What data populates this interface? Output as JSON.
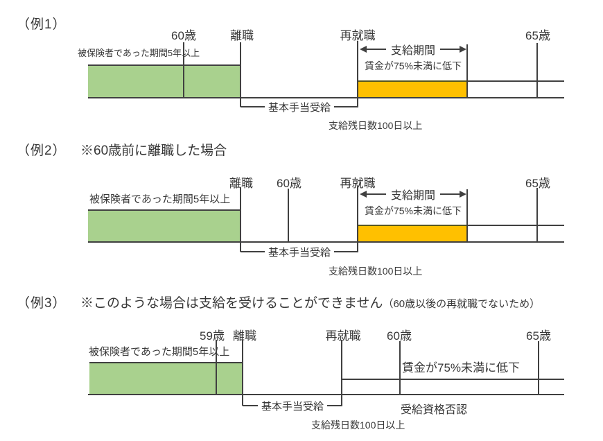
{
  "colors": {
    "insured_bar_fill": "#a9d18e",
    "benefit_bar_fill": "#ffc000",
    "line": "#404040",
    "text": "#383838",
    "background": "#ffffff"
  },
  "example1": {
    "heading": "（例1）",
    "insured_label": "被保険者であった期間5年以上",
    "tick_60": "60歳",
    "tick_rishoku": "離職",
    "tick_saishushoku": "再就職",
    "tick_65": "65歳",
    "payment_period": "支給期間",
    "wage_drop": "賃金が75%未満に低下",
    "basic_allowance": "基本手当受給",
    "remaining_days": "支給残日数100日以上"
  },
  "example2": {
    "heading": "（例2）",
    "note": "※60歳前に離職した場合",
    "insured_label": "被保険者であった期間5年以上",
    "tick_rishoku": "離職",
    "tick_60": "60歳",
    "tick_saishushoku": "再就職",
    "tick_65": "65歳",
    "payment_period": "支給期間",
    "wage_drop": "賃金が75%未満に低下",
    "basic_allowance": "基本手当受給",
    "remaining_days": "支給残日数100日以上"
  },
  "example3": {
    "heading": "（例3）",
    "note": "※このような場合は支給を受けることができません",
    "note_paren": "（60歳以後の再就職でないため）",
    "insured_label": "被保険者であった期間5年以上",
    "tick_59": "59歳",
    "tick_rishoku": "離職",
    "tick_saishushoku": "再就職",
    "tick_60": "60歳",
    "tick_65": "65歳",
    "wage_drop": "賃金が75%未満に低下",
    "basic_allowance": "基本手当受給",
    "denial": "受給資格否認",
    "remaining_days": "支給残日数100日以上"
  }
}
